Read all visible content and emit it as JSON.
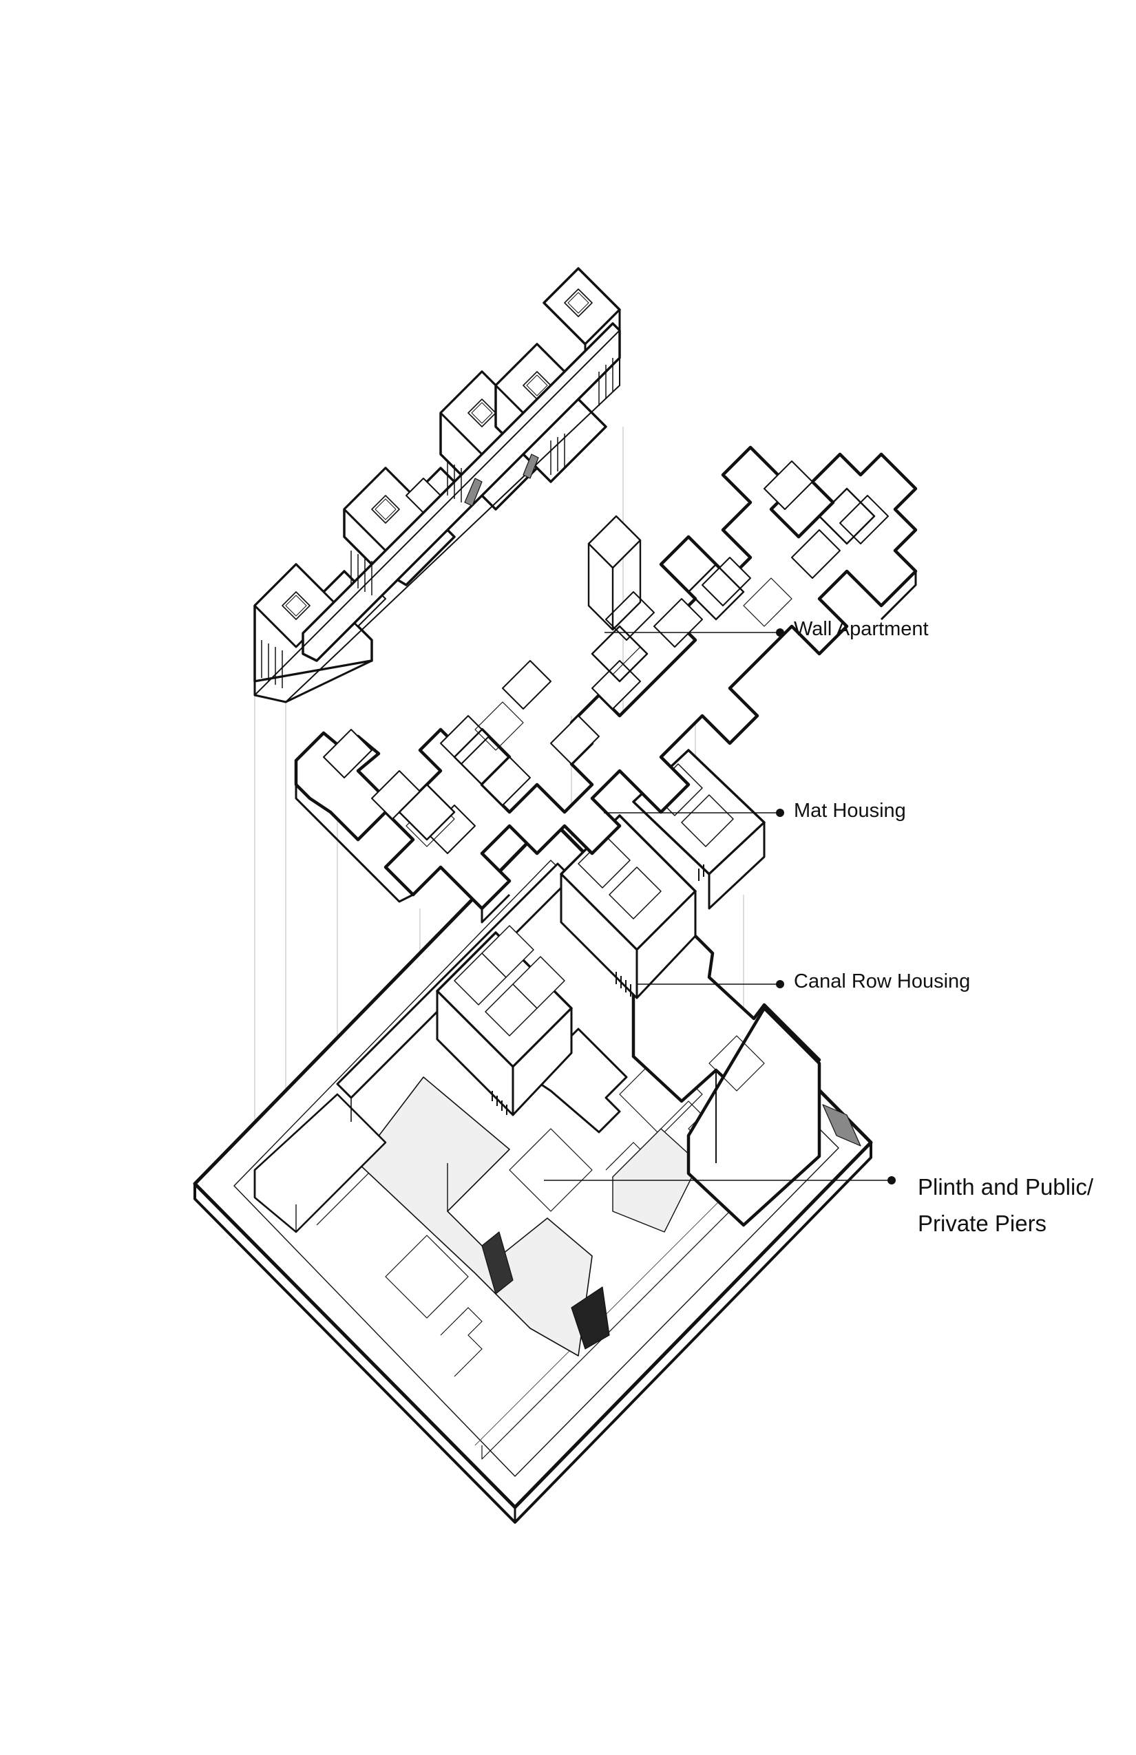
{
  "diagram": {
    "labels": {
      "wall_apartment": "Wall Apartment",
      "mat_housing": "Mat Housing",
      "canal_row_housing": "Canal Row Housing",
      "plinth_line1": "Plinth and Public/",
      "plinth_line2": "Private Piers"
    },
    "colors": {
      "ink": "#111111",
      "fill": "#ffffff",
      "shade": "#f0f0f0",
      "guide": "#c4c4c4"
    }
  }
}
